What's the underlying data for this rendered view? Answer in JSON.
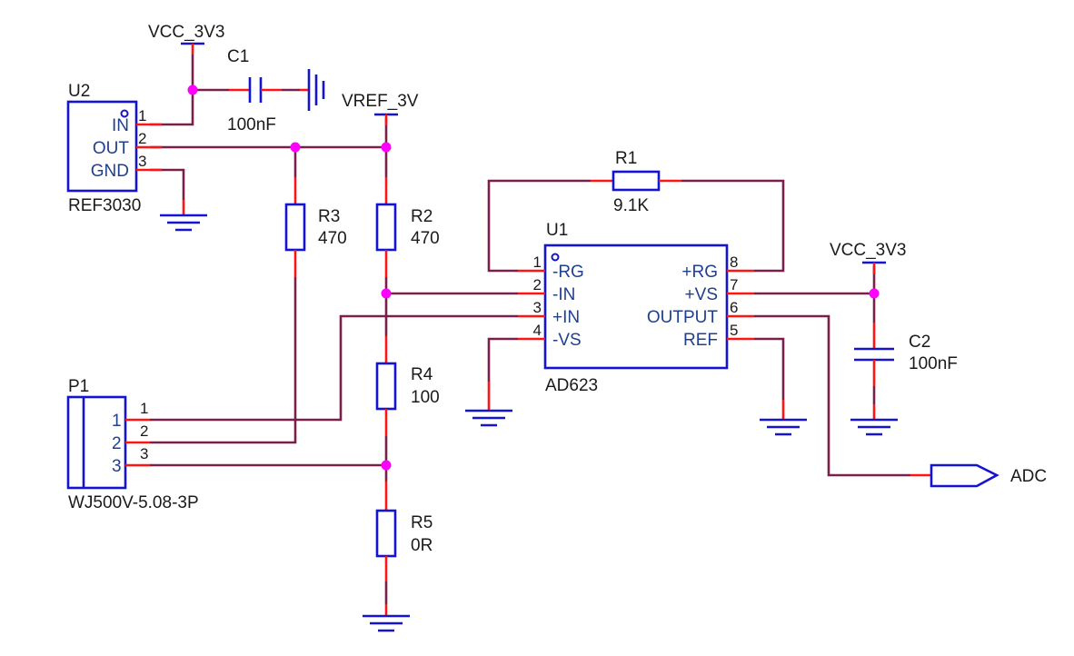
{
  "power": {
    "vcc_top": "VCC_3V3",
    "vref": "VREF_3V",
    "vcc_right": "VCC_3V3"
  },
  "u2": {
    "ref": "U2",
    "value": "REF3030",
    "pins": [
      {
        "num": "1",
        "name": "IN"
      },
      {
        "num": "2",
        "name": "OUT"
      },
      {
        "num": "3",
        "name": "GND"
      }
    ]
  },
  "c1": {
    "ref": "C1",
    "value": "100nF"
  },
  "c2": {
    "ref": "C2",
    "value": "100nF"
  },
  "r1": {
    "ref": "R1",
    "value": "9.1K"
  },
  "r2": {
    "ref": "R2",
    "value": "470"
  },
  "r3": {
    "ref": "R3",
    "value": "470"
  },
  "r4": {
    "ref": "R4",
    "value": "100"
  },
  "r5": {
    "ref": "R5",
    "value": "0R"
  },
  "u1": {
    "ref": "U1",
    "value": "AD623",
    "left_pins": [
      {
        "num": "1",
        "name": "-RG"
      },
      {
        "num": "2",
        "name": "-IN"
      },
      {
        "num": "3",
        "name": "+IN"
      },
      {
        "num": "4",
        "name": "-VS"
      }
    ],
    "right_pins": [
      {
        "num": "8",
        "name": "+RG"
      },
      {
        "num": "7",
        "name": "+VS"
      },
      {
        "num": "6",
        "name": "OUTPUT"
      },
      {
        "num": "5",
        "name": "REF"
      }
    ]
  },
  "p1": {
    "ref": "P1",
    "value": "WJ500V-5.08-3P",
    "pins": [
      {
        "num": "1",
        "inner": "1"
      },
      {
        "num": "2",
        "inner": "2"
      },
      {
        "num": "3",
        "inner": "3"
      }
    ]
  },
  "port": {
    "label": "ADC"
  },
  "colors": {
    "wire": "#7a1f4a",
    "pin": "#ff1414",
    "body": "#1414d0",
    "junction": "#ff00ff"
  }
}
